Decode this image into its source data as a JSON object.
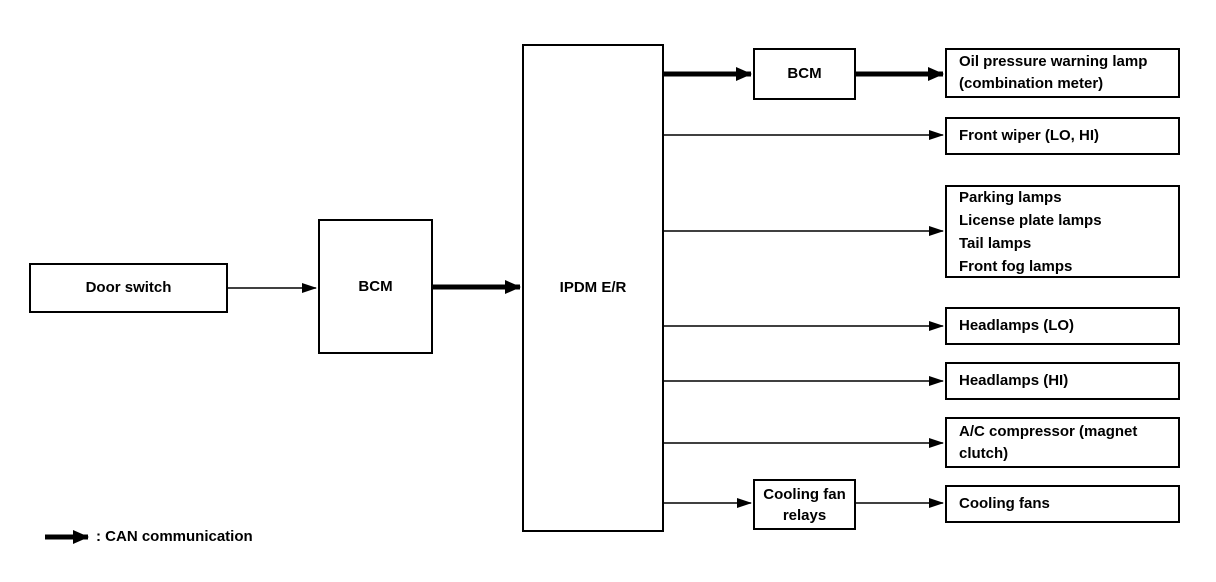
{
  "diagram": {
    "nodes": {
      "door_switch": {
        "label": "Door switch"
      },
      "bcm_left": {
        "label": "BCM"
      },
      "ipdm": {
        "label": "IPDM E/R"
      },
      "bcm_top": {
        "label": "BCM"
      },
      "oil_pressure_lamp": {
        "label": "Oil pressure warning lamp (combination meter)"
      },
      "front_wiper": {
        "label": "Front wiper (LO, HI)"
      },
      "exterior_lamps": {
        "lines": [
          "Parking lamps",
          "License plate lamps",
          "Tail lamps",
          "Front fog lamps"
        ]
      },
      "headlamps_lo": {
        "label": "Headlamps (LO)"
      },
      "headlamps_hi": {
        "label": "Headlamps (HI)"
      },
      "ac_compressor": {
        "label": "A/C compressor (magnet clutch)"
      },
      "cooling_fan_relays": {
        "label": "Cooling fan relays"
      },
      "cooling_fans": {
        "label": "Cooling fans"
      }
    },
    "legend": {
      "label": ": CAN communication"
    },
    "colors": {
      "line": "#000000",
      "text": "#000000",
      "background": "#ffffff"
    }
  }
}
